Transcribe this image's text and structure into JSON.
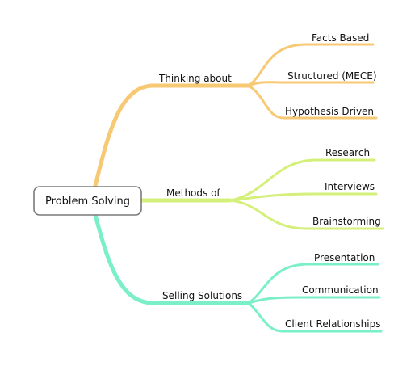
{
  "root": {
    "label": "Problem Solving"
  },
  "branches": [
    {
      "label": "Thinking about",
      "color": "#F7C974",
      "leaves": [
        "Facts Based",
        "Structured (MECE)",
        "Hypothesis Driven"
      ]
    },
    {
      "label": "Methods of",
      "color": "#D4F07A",
      "leaves": [
        "Research",
        "Interviews",
        "Brainstorming"
      ]
    },
    {
      "label": "Selling Solutions",
      "color": "#7BEFC9",
      "leaves": [
        "Presentation",
        "Communication",
        "Client Relationships"
      ]
    }
  ]
}
